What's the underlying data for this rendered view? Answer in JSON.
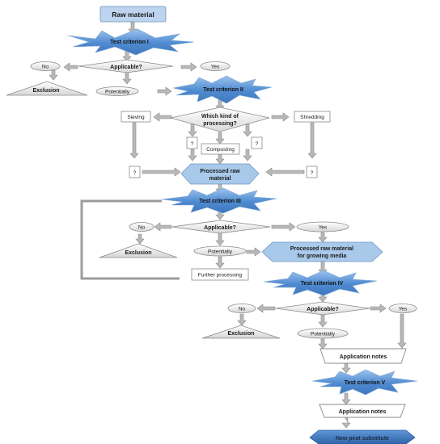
{
  "nodes": {
    "raw_material": "Raw material",
    "test1": "Test criterion I",
    "applicable1": "Applicable?",
    "no1": "No",
    "yes1": "Yes",
    "exclusion1": "Exclusion",
    "potentially1": "Potentially",
    "test2": "Test criterion II",
    "sieving": "Sieving",
    "shredding": "Shredding",
    "processing_q1": "Which kind of",
    "processing_q2": "processing?",
    "composting": "Composting",
    "q_mark": "?",
    "processed1": "Processed raw",
    "processed2": "material",
    "test3": "Test criterion III",
    "applicable3": "Applicable?",
    "no3": "No",
    "yes3": "Yes",
    "exclusion3": "Exclusion",
    "potentially3": "Potentially",
    "processed_gm1": "Processed raw material",
    "processed_gm2": "for growing media",
    "further": "Further processing",
    "test4": "Test criterion IV",
    "applicable4": "Applicable?",
    "no4": "No",
    "yes4": "Yes",
    "exclusion4": "Exclusion",
    "potentially4": "Potentially",
    "app_notes1": "Application notes",
    "test5": "Test criterion V",
    "app_notes2": "Application notes",
    "peat_sub": "New  peat substitute"
  },
  "colors": {
    "star": "#5b93d3",
    "processed": "#a9c9ea",
    "arrow": "#b8b8b8"
  }
}
